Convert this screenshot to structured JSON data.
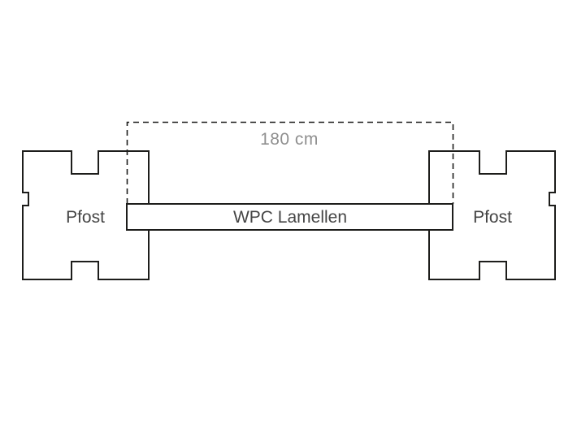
{
  "diagram": {
    "dimension": {
      "label": "180 cm"
    },
    "posts": {
      "left_label": "Pfost",
      "right_label": "Pfost"
    },
    "beam": {
      "label": "WPC Lamellen"
    },
    "colors": {
      "line": "#1d1d1b",
      "post_label": "#454545",
      "beam_label": "#454545",
      "dimension_label": "#8f8f8f",
      "background": "#ffffff"
    }
  }
}
